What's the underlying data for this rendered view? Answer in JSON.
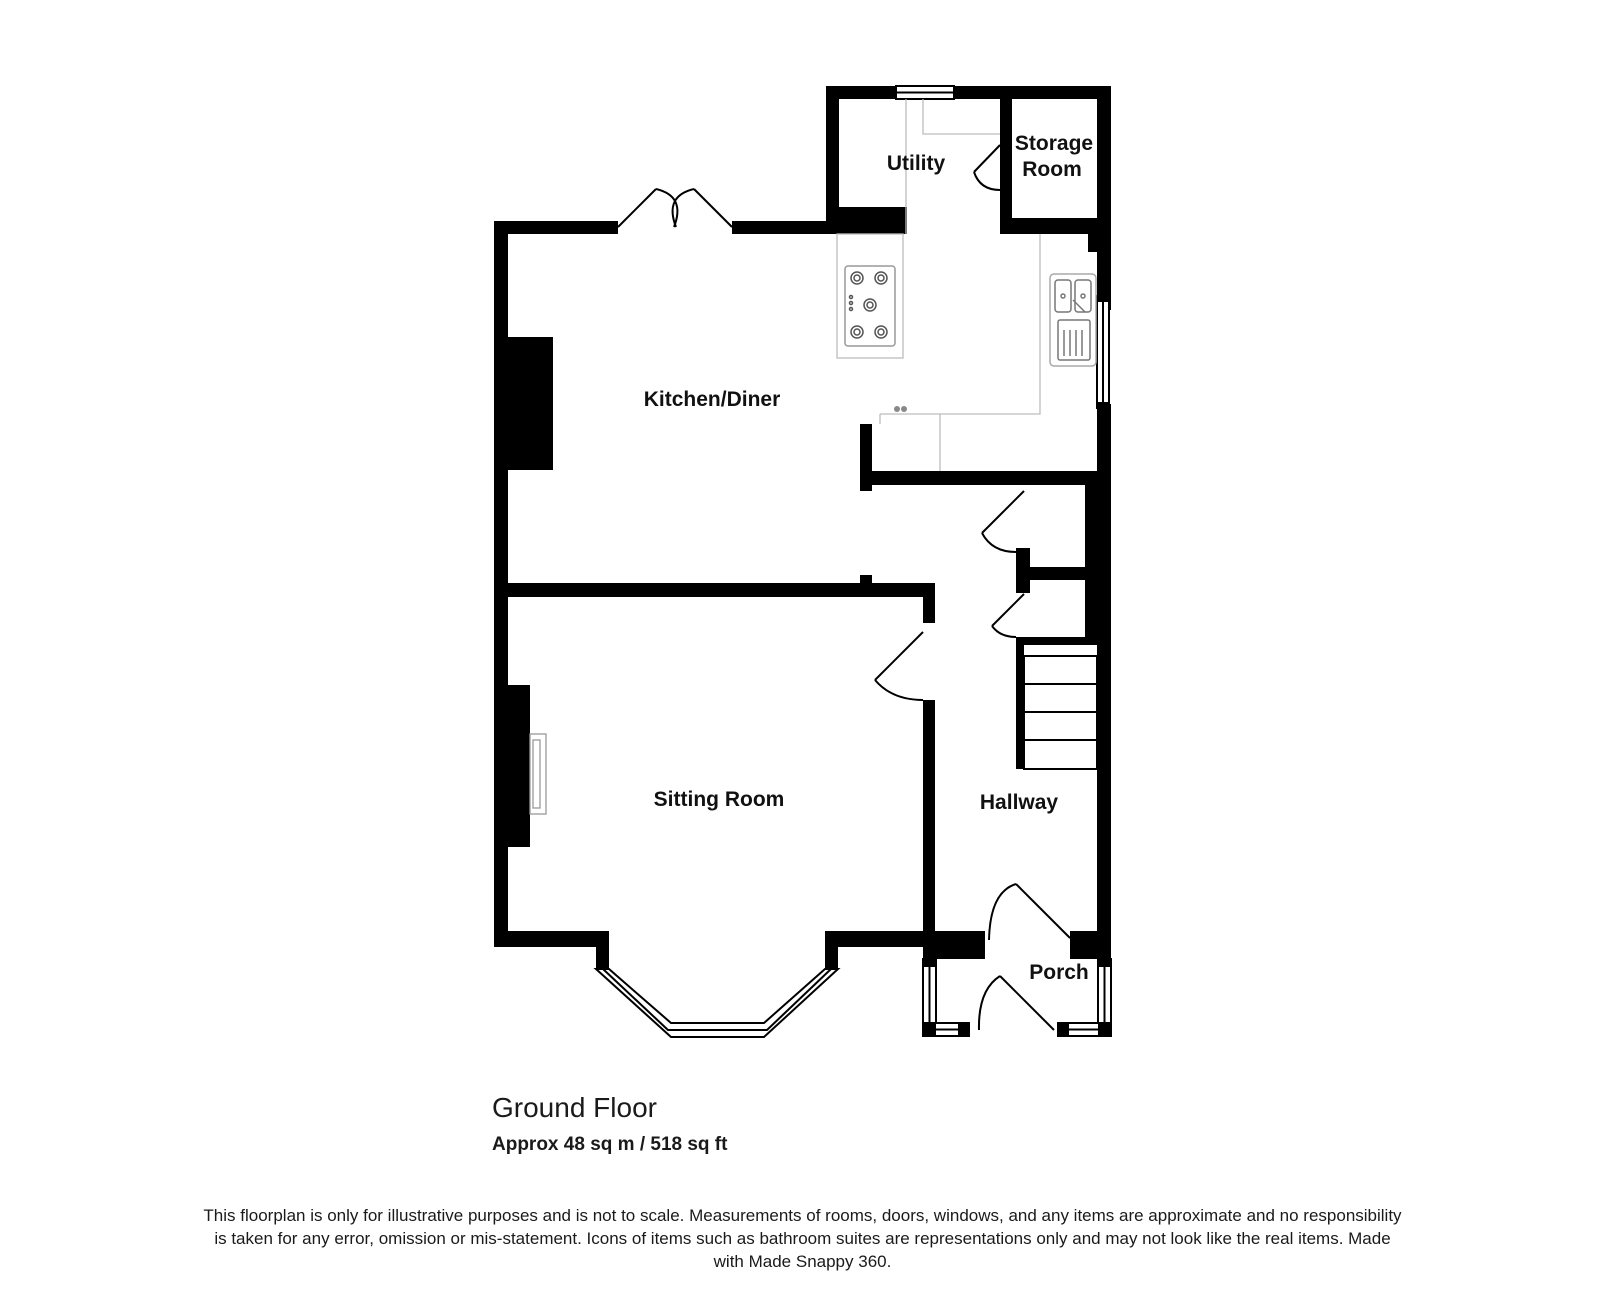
{
  "rooms": {
    "kitchen": "Kitchen/Diner",
    "utility": "Utility",
    "storage_line1": "Storage",
    "storage_line2": "Room",
    "sitting": "Sitting Room",
    "hallway": "Hallway",
    "porch": "Porch"
  },
  "floor": {
    "title": "Ground Floor",
    "area": "Approx 48 sq m / 518 sq ft"
  },
  "disclaimer": "This floorplan is only for illustrative purposes and is not to scale. Measurements of rooms, doors, windows, and any items are approximate and no responsibility is taken for any error, omission or mis-statement. Icons of items such as bathroom suites are representations only and may not look like the real items. Made with Made Snappy 360."
}
